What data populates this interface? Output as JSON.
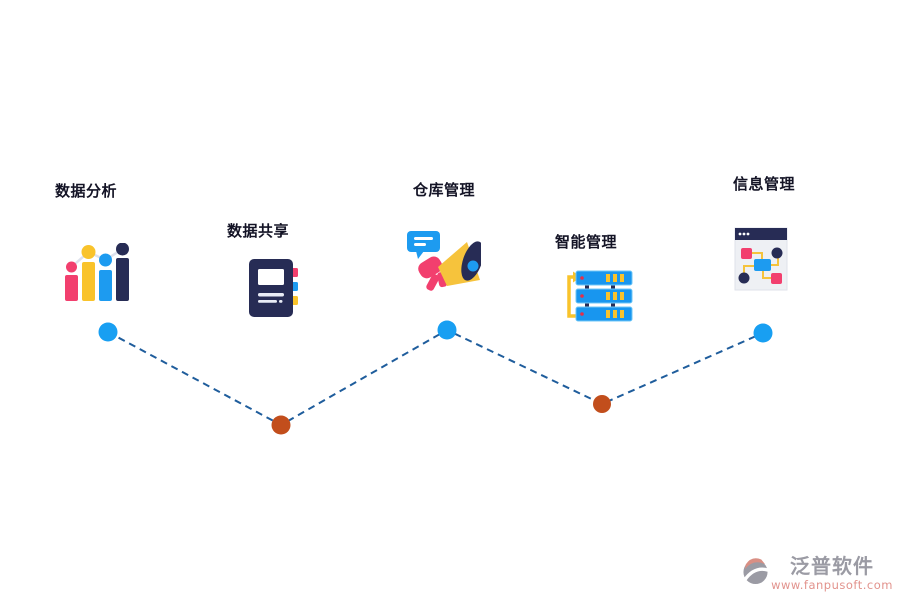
{
  "page": {
    "background": "#ffffff"
  },
  "diagram": {
    "connector_color": "#1f5d9c",
    "connector_style": "dashed",
    "nodes": [
      {
        "label": "数据分析",
        "icon": "bar-chart-icon",
        "dot_color": "#189ff2"
      },
      {
        "label": "数据共享",
        "icon": "notebook-icon",
        "dot_color": "#c24e1c"
      },
      {
        "label": "仓库管理",
        "icon": "megaphone-icon",
        "dot_color": "#189ff2"
      },
      {
        "label": "智能管理",
        "icon": "server-stack-icon",
        "dot_color": "#c24e1c"
      },
      {
        "label": "信息管理",
        "icon": "flowchart-window-icon",
        "dot_color": "#189ff2"
      }
    ]
  },
  "watermark": {
    "brand": "泛普软件",
    "url": "www.fanpusoft.com",
    "brand_color": "#9b9ba4",
    "url_color": "#e2938d"
  },
  "palette": {
    "navy": "#272c55",
    "pink": "#f23f6e",
    "yellow": "#f9c32b",
    "blue": "#1d9bf0",
    "dot_blue": "#189ff2",
    "dot_orange": "#c24e1c",
    "dash_line": "#1f5d9c",
    "label_text": "#131325"
  }
}
